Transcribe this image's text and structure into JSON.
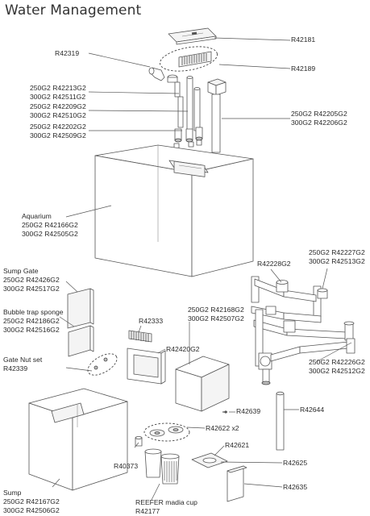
{
  "title": "Water Management",
  "labels": {
    "r42181": [
      "R42181"
    ],
    "r42319": [
      "R42319"
    ],
    "r42189": [
      "R42189"
    ],
    "pipe1": [
      "250G2 R42213G2",
      "300G2 R42511G2"
    ],
    "pipe2": [
      "250G2 R42209G2",
      "300G2 R42510G2"
    ],
    "pipe3": [
      "250G2 R42202G2",
      "300G2 R42509G2"
    ],
    "overflow": [
      "250G2 R42205G2",
      "300G2 R42206G2"
    ],
    "aquarium": [
      "Aquarium",
      "250G2 R42166G2",
      "300G2 R42505G2"
    ],
    "r42228": [
      "R42228G2"
    ],
    "plumbTop": [
      "250G2 R42227G2",
      "300G2 R42513G2"
    ],
    "sumpGate": [
      "Sump Gate",
      "250G2 R42426G2",
      "300G2 R42517G2"
    ],
    "bubbleTrap": [
      "Bubble trap sponge",
      "250G2 R42186G2",
      "300G2 R42516G2"
    ],
    "r42333": [
      "R42333"
    ],
    "refugium": [
      "250G2 R42168G2",
      "300G2 R42507G2"
    ],
    "r42420": [
      "R42420G2"
    ],
    "gateNut": [
      "Gate Nut set",
      "R42339"
    ],
    "plumbBottom": [
      "250G2 R42226G2",
      "300G2 R42512G2"
    ],
    "r42639": [
      "R42639"
    ],
    "r42644": [
      "R42644"
    ],
    "r42622": [
      "R42622 x2"
    ],
    "r42621": [
      "R42621"
    ],
    "r40373": [
      "R40373"
    ],
    "r42625": [
      "R42625"
    ],
    "r42635": [
      "R42635"
    ],
    "sump": [
      "Sump",
      "250G2 R42167G2",
      "300G2 R42506G2"
    ],
    "mediaCup": [
      "REEFER madia cup",
      "R42177"
    ]
  }
}
